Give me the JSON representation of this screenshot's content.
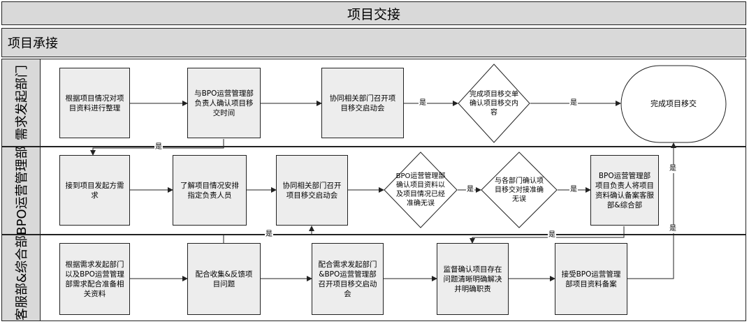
{
  "title": "项目交接",
  "phase": "项目承接",
  "lanes": [
    {
      "label": "需求发起部门"
    },
    {
      "label": "BPO运营管理部"
    },
    {
      "label": "客服部&综合部"
    }
  ],
  "nodes": {
    "a1": "根据项目情况对项目资料进行整理",
    "a2": "与BPO运营管理部负责人确认项目移交时间",
    "a3": "协同相关部门召开项目移交启动会",
    "a4": "完成项目移交单确认项目移交内容",
    "a5": "完成项目移交",
    "b1": "接到项目发起方需求",
    "b2": "了解项目情况安排指定负责人员",
    "b3": "协同相关部门召开项目移交启动会",
    "b4": "BPO运营管理部确认项目资料以及项目情况已经准确无误",
    "b5": "与各部门确认项目移交对接准确无误",
    "b6": "BPO运营管理部项目负责人将项目资料确认备案客服部&综合部",
    "c1": "根据需求发起部门以及BPO运营管理部需求配合准备相关资料",
    "c2": "配合收集&反馈项目问题",
    "c3": "配合需求发起部门&BPO运营管理部召开项目移交启动会",
    "c4": "监督确认项目存在问题清晰明确解决并明确职责",
    "c5": "接受BPO运营管理部项目资料备案"
  },
  "edges": {
    "a3_a4": "是",
    "a4_a5": "是",
    "a2_b1": "是",
    "c2_b3": "是",
    "b4_b5": "是",
    "b5_b6": "是",
    "b6_a5": "是",
    "b6_c4": "是",
    "c5_a5": "是"
  },
  "colors": {
    "lane_header": "#d9d9d9",
    "process_fill": "#ededed",
    "line": "#222222"
  }
}
